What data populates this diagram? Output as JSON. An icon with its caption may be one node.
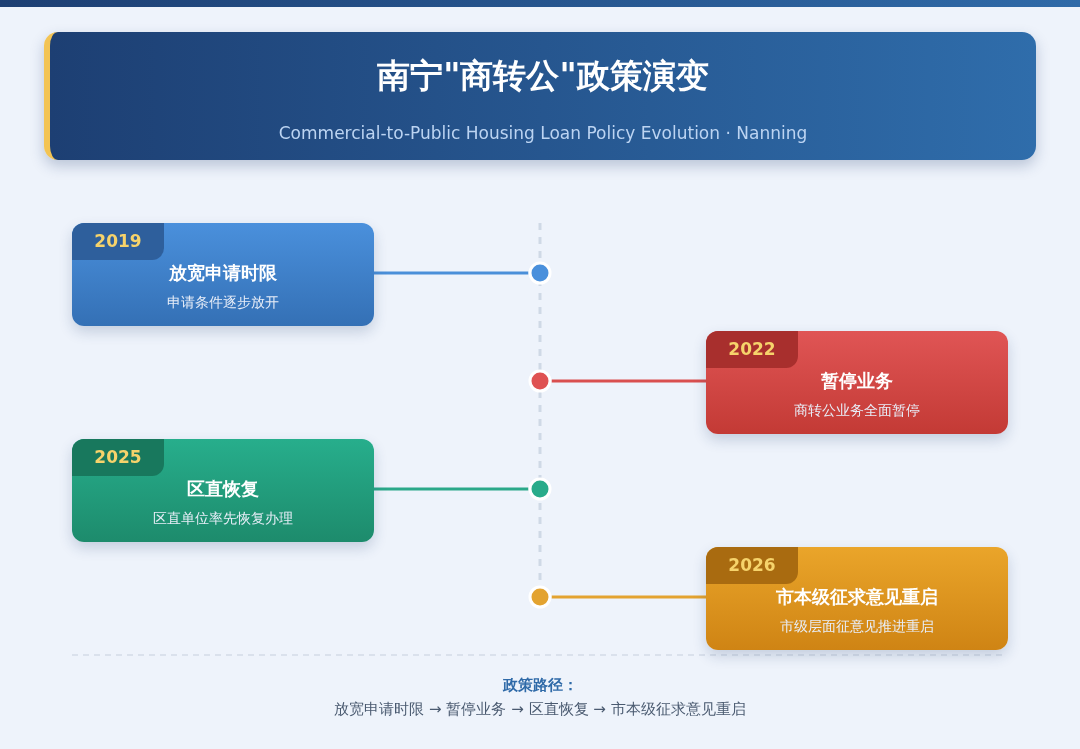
{
  "diagram": {
    "title": "南宁\"商转公\"政策演变",
    "nodes": [
      {
        "text": [
          "2019",
          "放宽申请时限",
          "申请条件逐步放开"
        ]
      },
      {
        "text": [
          "2022",
          "暂停业务",
          "商转公业务全面暂停"
        ]
      },
      {
        "text": [
          "2025",
          "区直恢复",
          "区直单位率先恢复办理"
        ]
      },
      {
        "text": [
          "2026",
          "市本级征求意见重启",
          "市级层面征意见推进重启"
        ]
      },
      {
        "text": [],
        "shape": "circle"
      },
      {
        "text": [],
        "shape": "circle"
      },
      {
        "text": [],
        "shape": "circle"
      },
      {
        "text": [],
        "shape": "circle"
      }
    ],
    "edges": [
      {
        "from": 0,
        "to": 4,
        "arrow": "none",
        "color": "#4a8fd9"
      },
      {
        "from": 1,
        "to": 5,
        "arrow": "none",
        "color": "#d94f4f"
      },
      {
        "from": 2,
        "to": 6,
        "arrow": "none",
        "color": "#2aa889"
      },
      {
        "from": 3,
        "to": 7,
        "arrow": "none",
        "color": "#e3a330"
      }
    ],
    "labels": [
      "Commercial-to-Public Housing Loan Policy Evolution · Nanning",
      "政策路径：",
      "放宽申请时限 → 暂停业务 → 区直恢复 → 市本级征求意见重启"
    ]
  }
}
